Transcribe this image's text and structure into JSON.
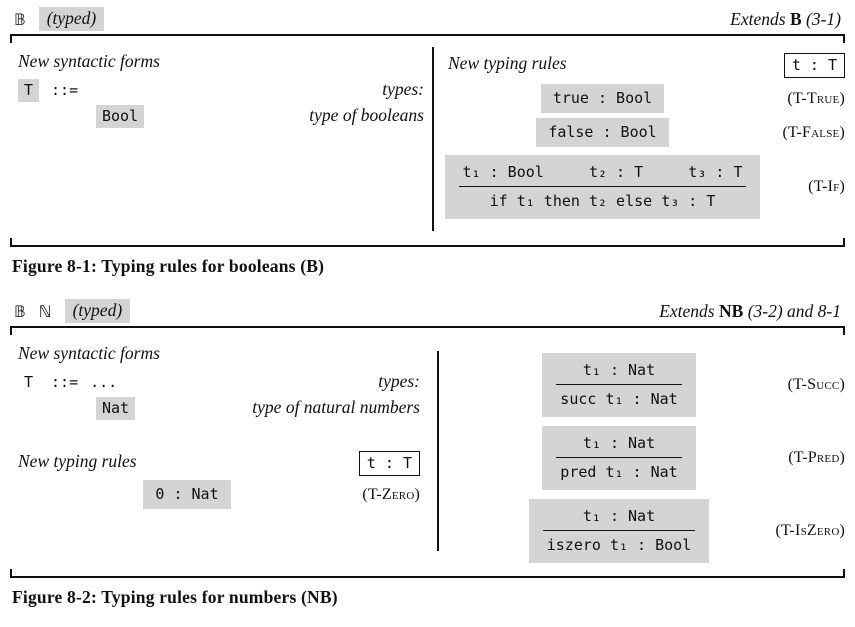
{
  "figure1": {
    "header": {
      "systems": "𝔹",
      "tag": "(typed)",
      "extends_prefix": "Extends",
      "extends_subject": "B",
      "extends_suffix": "(3-1)"
    },
    "left": {
      "title": "New syntactic forms",
      "lhs": "T",
      "op": "::=",
      "types_note": "types:",
      "alt": "Bool",
      "alt_note": "type of booleans"
    },
    "right": {
      "title": "New typing rules",
      "judgement": "t : T",
      "rules": [
        {
          "name": "(T-True)",
          "conclusion": "true : Bool"
        },
        {
          "name": "(T-False)",
          "conclusion": "false : Bool"
        },
        {
          "name": "(T-If)",
          "premises": "t₁ : Bool     t₂ : T     t₃ : T",
          "conclusion": "if t₁ then t₂ else t₃ : T"
        }
      ]
    },
    "caption": "Figure 8-1: Typing rules for booleans (B)"
  },
  "figure2": {
    "header": {
      "systems": "𝔹 ℕ",
      "tag": "(typed)",
      "extends_prefix": "Extends",
      "extends_subject": "NB",
      "extends_suffix": "(3-2) and 8-1"
    },
    "left": {
      "title": "New syntactic forms",
      "lhs": "T",
      "op": "::=",
      "ellipsis": "...",
      "types_note": "types:",
      "alt": "Nat",
      "alt_note": "type of natural numbers",
      "rules_title": "New typing rules",
      "judgement": "t : T",
      "zero_rule": {
        "name": "(T-Zero)",
        "conclusion": "0 : Nat"
      }
    },
    "right": {
      "rules": [
        {
          "name": "(T-Succ)",
          "premises": "t₁ : Nat",
          "conclusion": "succ t₁ : Nat"
        },
        {
          "name": "(T-Pred)",
          "premises": "t₁ : Nat",
          "conclusion": "pred t₁ : Nat"
        },
        {
          "name": "(T-IsZero)",
          "premises": "t₁ : Nat",
          "conclusion": "iszero t₁ : Bool"
        }
      ]
    },
    "caption": "Figure 8-2: Typing rules for numbers (NB)"
  }
}
